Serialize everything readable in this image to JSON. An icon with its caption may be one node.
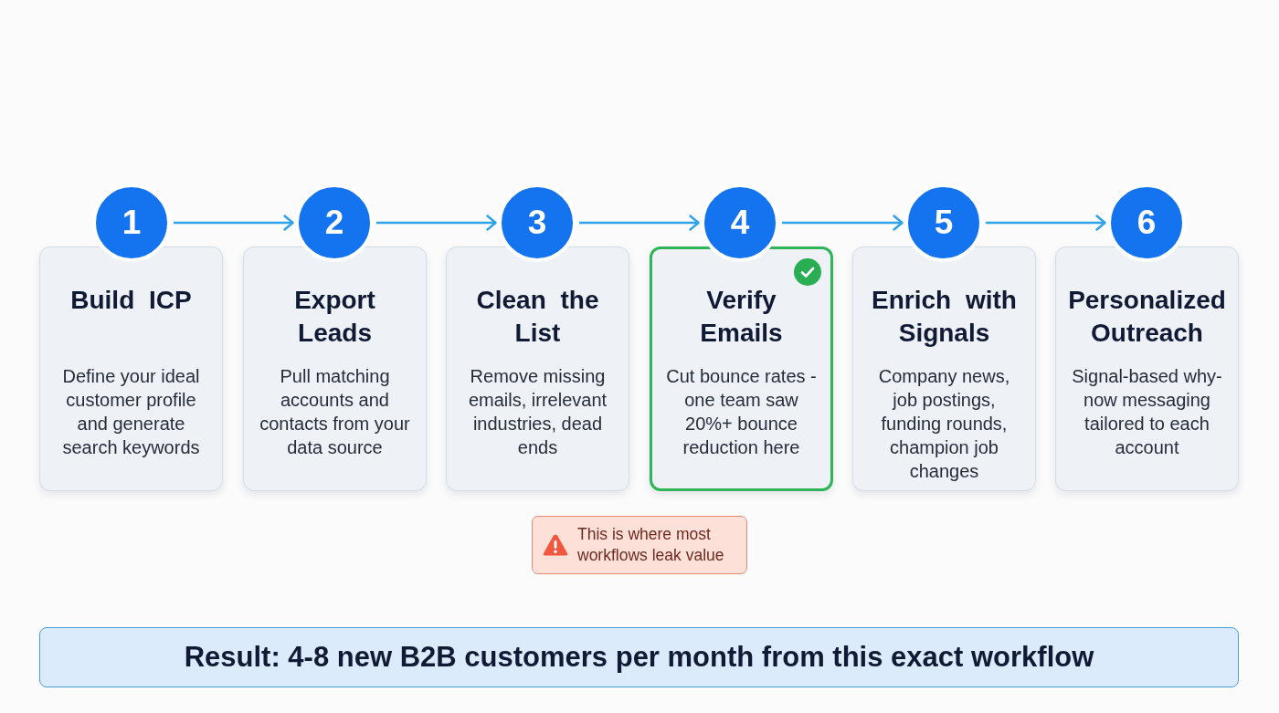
{
  "diagram": {
    "nodes": [
      {
        "text": [
          "1"
        ]
      },
      {
        "text": [
          "Build ICP",
          "Define your ideal customer profile and generate search keywords"
        ]
      },
      {
        "text": [
          "2"
        ]
      },
      {
        "text": [
          "Export Leads",
          "Pull matching accounts and contacts from your data source"
        ]
      },
      {
        "text": [
          "3"
        ]
      },
      {
        "text": [
          "Clean the List",
          "Remove missing emails, irrelevant industries, dead ends"
        ]
      },
      {
        "text": [
          "4"
        ]
      },
      {
        "text": [
          "Verify Emails",
          "Cut bounce rates - one team saw 20%+ bounce reduction here"
        ]
      },
      {
        "text": [
          "5"
        ]
      },
      {
        "text": [
          "Enrich with Signals",
          "Company news, job postings, funding rounds, champion job changes"
        ]
      },
      {
        "text": [
          "6"
        ]
      },
      {
        "text": [
          "Personalized Outreach",
          "Signal-based why-now messaging tailored to each account"
        ]
      },
      {
        "text": [
          "This is where most workflows leak value"
        ]
      },
      {
        "text": [
          "Result: 4-8 new B2B customers per month from this exact workflow"
        ]
      }
    ],
    "edges": [
      {
        "from": 0,
        "to": 2,
        "arrow": "to"
      },
      {
        "from": 2,
        "to": 4,
        "arrow": "to"
      },
      {
        "from": 4,
        "to": 6,
        "arrow": "to"
      },
      {
        "from": 6,
        "to": 8,
        "arrow": "to"
      },
      {
        "from": 8,
        "to": 10,
        "arrow": "to"
      }
    ]
  }
}
